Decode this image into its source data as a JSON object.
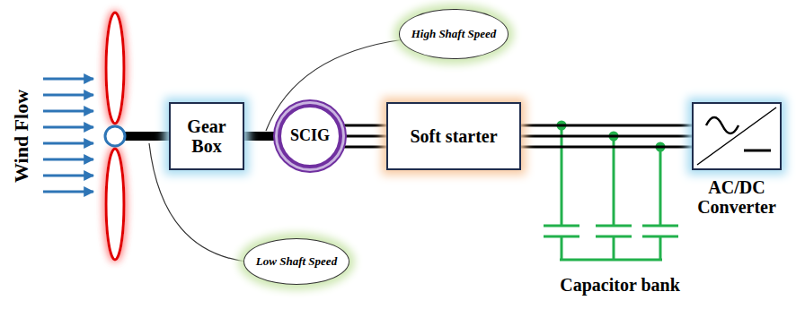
{
  "diagram": {
    "nodes": [
      {
        "text": [
          "High Shaft Speed"
        ]
      },
      {
        "text": [
          "Gear Box"
        ]
      },
      {
        "text": [
          "SCIG"
        ]
      },
      {
        "text": [
          "Soft starter"
        ]
      },
      {
        "text": [
          "AC/DC Converter"
        ]
      },
      {
        "text": [
          "Low Shaft Speed"
        ]
      }
    ],
    "edges": [
      {
        "from": 1,
        "to": 2,
        "arrow": "none"
      },
      {
        "from": 2,
        "to": 3,
        "arrow": "none"
      },
      {
        "from": 3,
        "to": 4,
        "arrow": "none"
      }
    ],
    "labels": [
      "Wind Flow",
      "Capacitor bank"
    ]
  }
}
